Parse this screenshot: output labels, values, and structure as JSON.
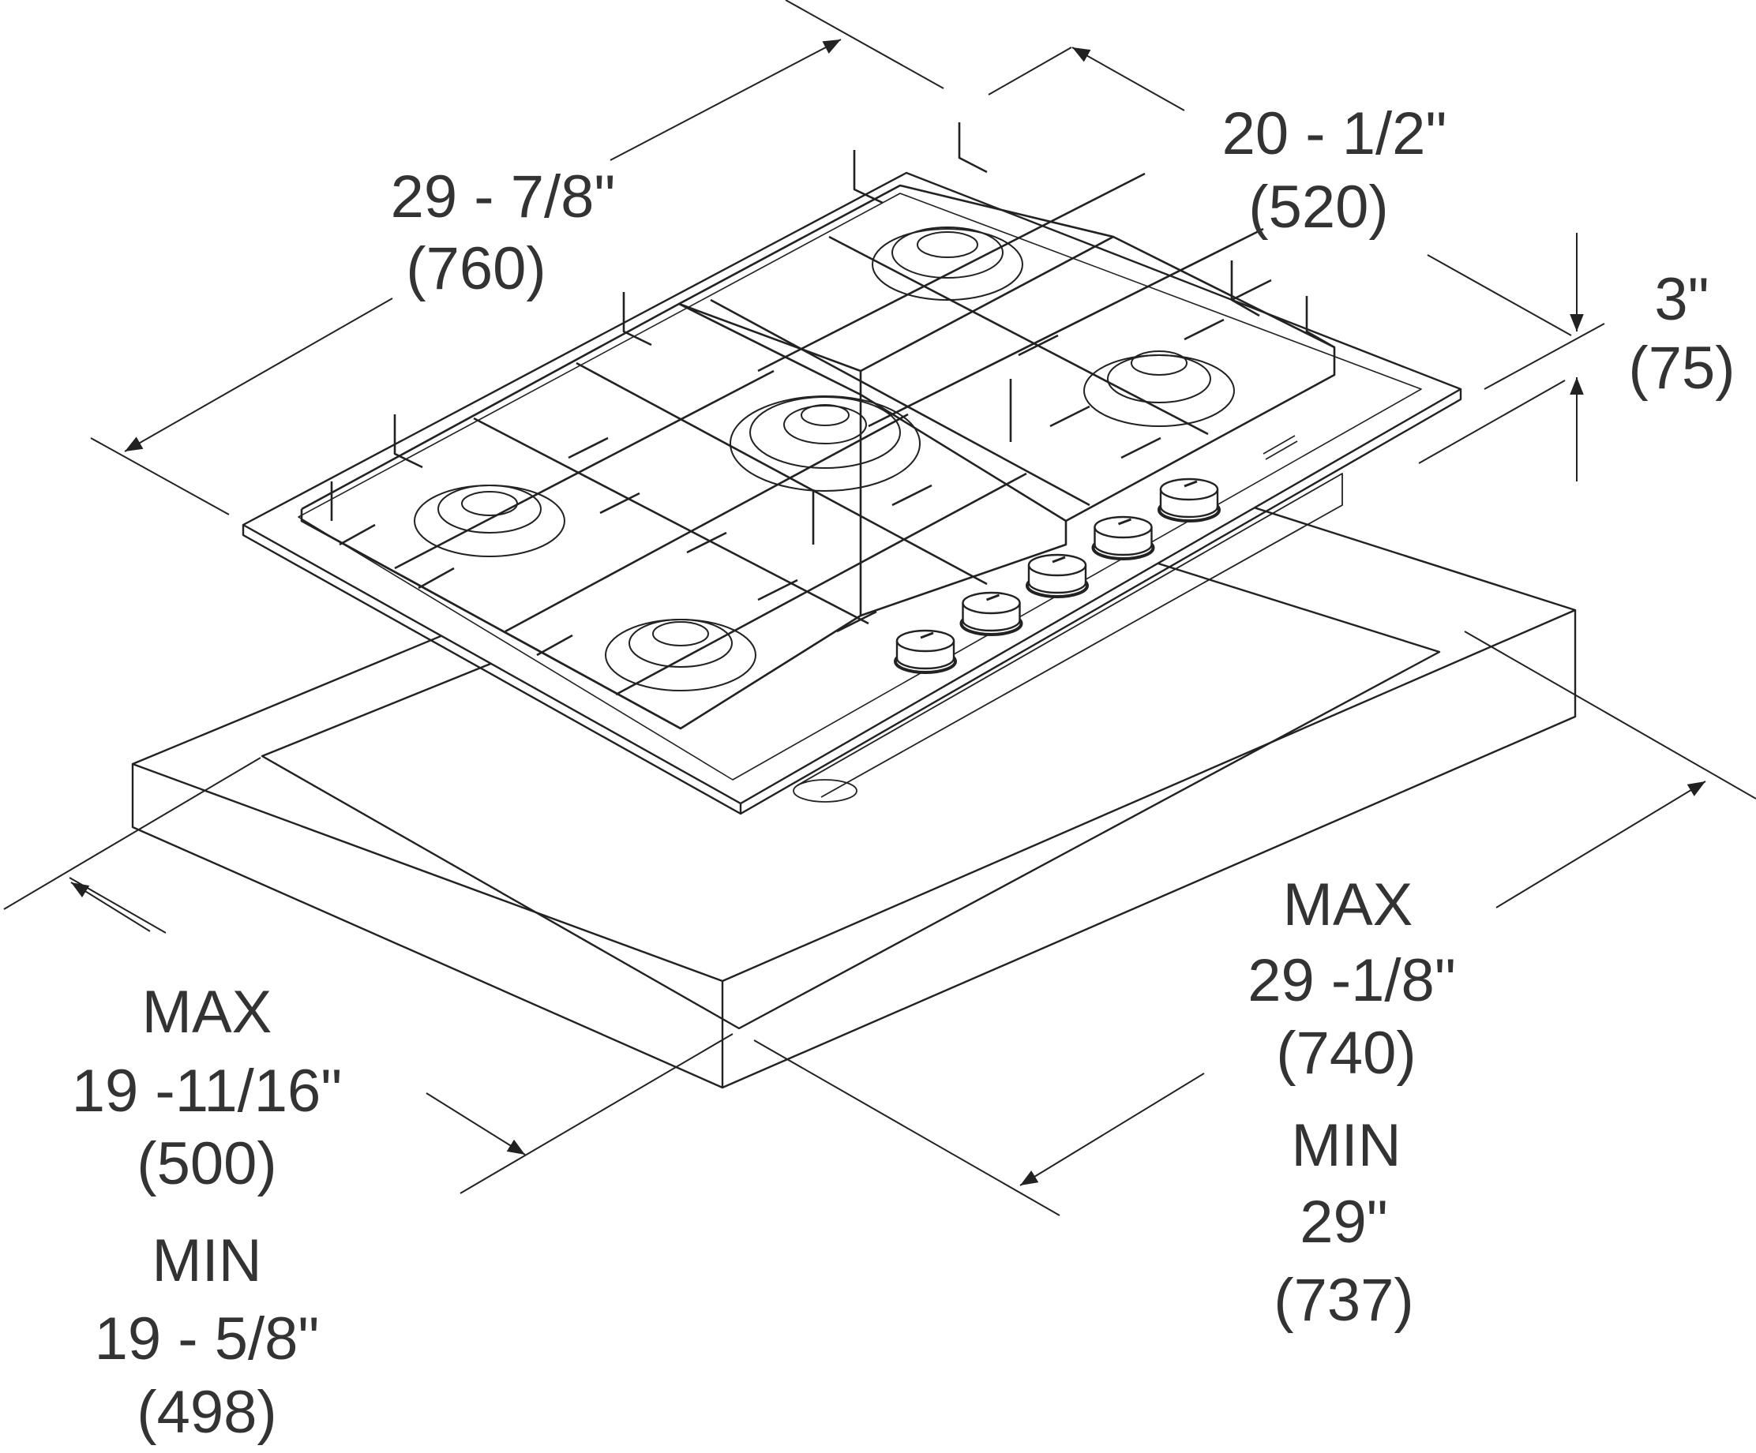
{
  "dimensions": {
    "width": {
      "inches": "29 - 7/8\"",
      "mm": "(760)"
    },
    "depth": {
      "inches": "20 - 1/2\"",
      "mm": "(520)"
    },
    "height": {
      "inches": "3\"",
      "mm": "(75)"
    },
    "cutout_width": {
      "max_label": "MAX",
      "max_inches": "29 -1/8\"",
      "max_mm": "(740)",
      "min_label": "MIN",
      "min_inches": "29\"",
      "min_mm": "(737)"
    },
    "cutout_depth": {
      "max_label": "MAX",
      "max_inches": "19 -11/16\"",
      "max_mm": "(500)",
      "min_label": "MIN",
      "min_inches": "19 - 5/8\"",
      "min_mm": "(498)"
    }
  },
  "knob_count": 5,
  "colors": {
    "line": "#222222",
    "text": "#333333"
  }
}
